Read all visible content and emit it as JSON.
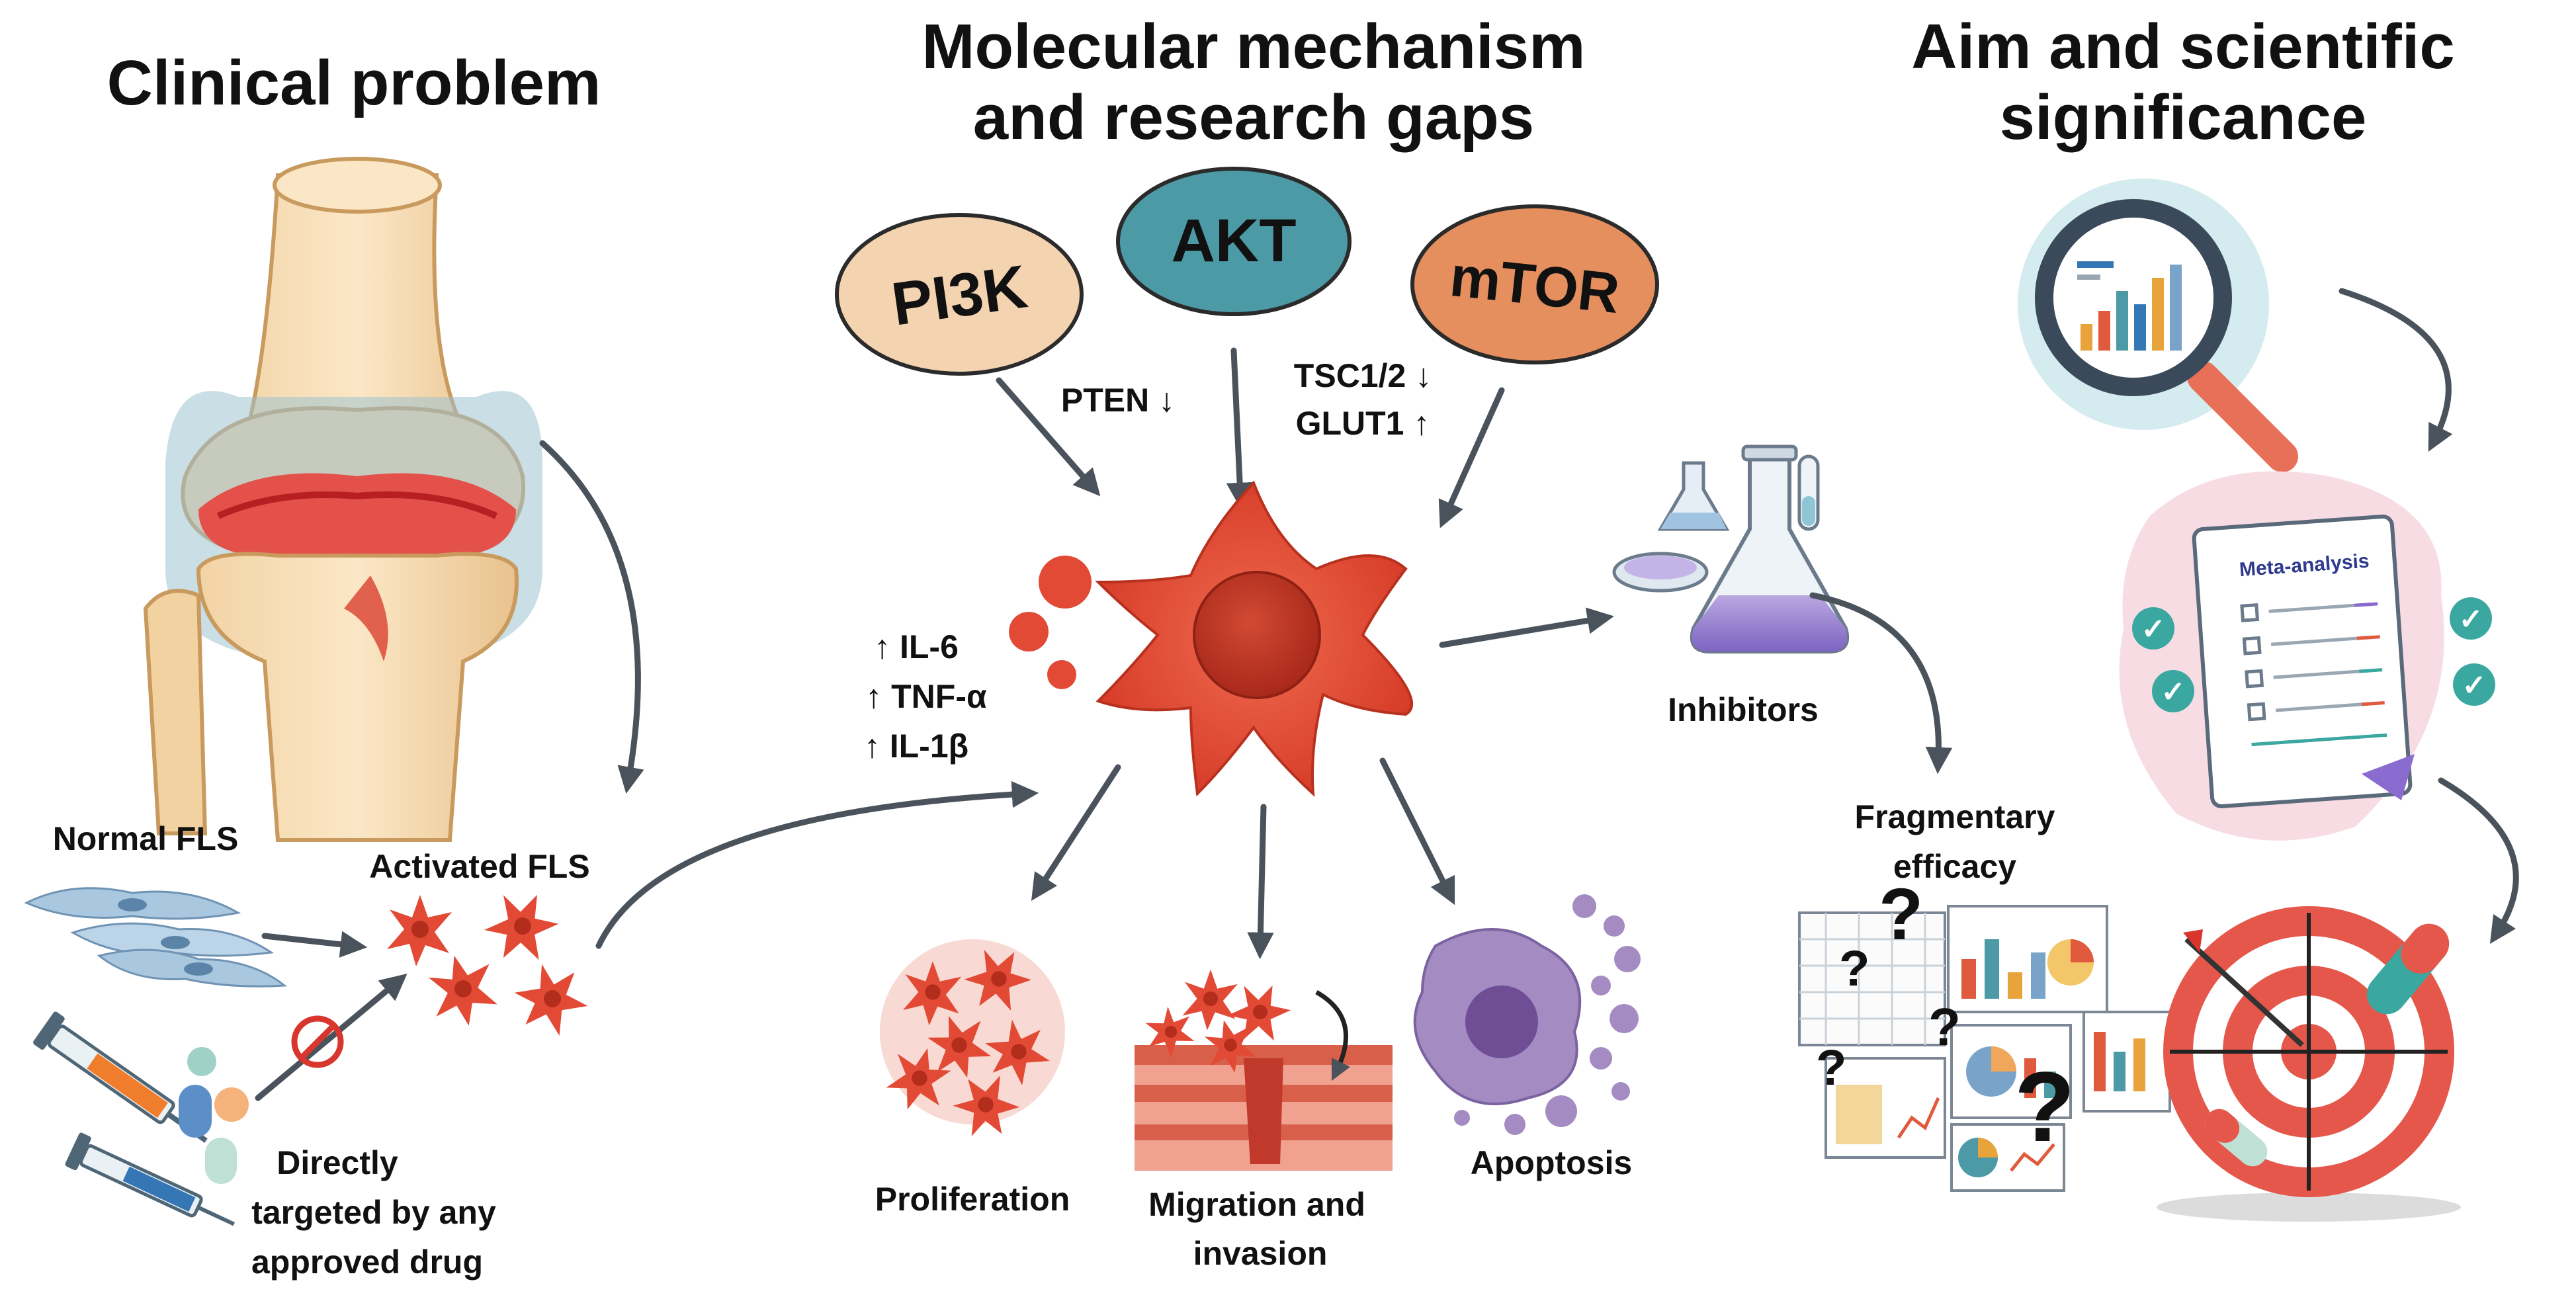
{
  "sections": {
    "clinical": {
      "title": "Clinical problem"
    },
    "mechanism": {
      "title_line1": "Molecular mechanism",
      "title_line2": "and research gaps"
    },
    "aim": {
      "title_line1": "Aim and scientific",
      "title_line2": "significance"
    }
  },
  "pathway": {
    "pi3k": "PI3K",
    "akt": "AKT",
    "mtor": "mTOR",
    "pten": "PTEN ↓",
    "tsc": "TSC1/2 ↓",
    "glut1": "GLUT1 ↑"
  },
  "cytokines": [
    "↑ IL-6",
    "↑ TNF-α",
    "↑ IL-1β"
  ],
  "labels": {
    "normal_fls": "Normal FLS",
    "activated_fls": "Activated FLS",
    "drug_line1": "Directly",
    "drug_line2": "targeted by any",
    "drug_line3": "approved drug",
    "proliferation": "Proliferation",
    "migration_line1": "Migration and",
    "migration_line2": "invasion",
    "apoptosis": "Apoptosis",
    "inhibitors": "Inhibitors",
    "fragmentary_line1": "Fragmentary",
    "fragmentary_line2": "efficacy",
    "meta_analysis": "Meta-analysis"
  },
  "icons": {
    "question": "?",
    "check": "✓"
  },
  "colors": {
    "pi3k": "#f3d3b0",
    "akt": "#4c9aa6",
    "mtor": "#e58f5e",
    "cell": "#e24a35",
    "arrow": "#4a535c",
    "apoptosis": "#9b7fb8",
    "check": "#3aa7a0"
  }
}
